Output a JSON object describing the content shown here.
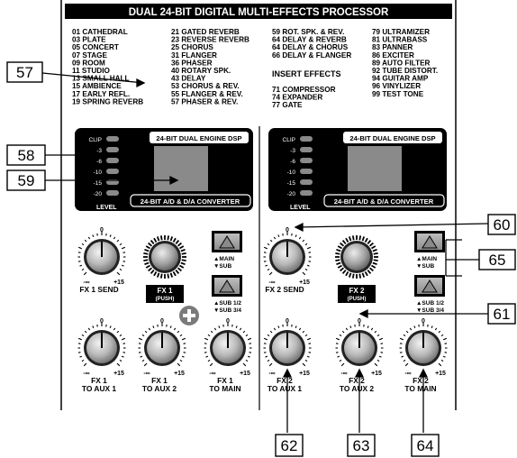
{
  "header": {
    "title": "DUAL 24-BIT DIGITAL MULTI-EFFECTS PROCESSOR"
  },
  "presets": {
    "col1": [
      "01 CATHEDRAL",
      "03 PLATE",
      "05 CONCERT",
      "07 STAGE",
      "09 ROOM",
      "11 STUDIO",
      "13 SMALL HALL",
      "15 AMBIENCE",
      "17 EARLY REFL.",
      "19 SPRING REVERB"
    ],
    "col2": [
      "21 GATED REVERB",
      "23 REVERSE REVERB",
      "25 CHORUS",
      "31 FLANGER",
      "36 PHASER",
      "40 ROTARY SPK.",
      "43 DELAY",
      "53 CHORUS & REV.",
      "55 FLANGER & REV.",
      "57 PHASER & REV."
    ],
    "col3": [
      "59 ROT. SPK. & REV.",
      "64 DELAY & REVERB",
      "64 DELAY & CHORUS",
      "66 DELAY & FLANGER"
    ],
    "insert_title": "INSERT EFFECTS",
    "insert": [
      "71 COMPRESSOR",
      "74 EXPANDER",
      "77 GATE"
    ],
    "col4": [
      "79 ULTRAMIZER",
      "81 ULTRABASS",
      "83 PANNER",
      "86 EXCITER",
      "89 AUTO FILTER",
      "92 TUBE DISTORT.",
      "94 GUITAR AMP",
      "96 VINYLIZER",
      "99 TEST TONE"
    ]
  },
  "dsp": {
    "top_label": "24-BIT DUAL ENGINE DSP",
    "bottom_label": "24-BIT A/D & D/A CONVERTER",
    "meter_labels": [
      "CLIP",
      "-3",
      "-6",
      "-10",
      "-15",
      "-20"
    ],
    "level_label": "LEVEL"
  },
  "knobs": {
    "zero": "0",
    "min": "-∞",
    "max": "+15",
    "fx1_send": "FX 1 SEND",
    "fx2_send": "FX 2 SEND",
    "fx1_aux1": [
      "FX 1",
      "TO AUX 1"
    ],
    "fx1_aux2": [
      "FX 1",
      "TO AUX 2"
    ],
    "fx1_main": [
      "FX 1",
      "TO MAIN"
    ],
    "fx2_aux1": [
      "FX 2",
      "TO AUX 1"
    ],
    "fx2_aux2": [
      "FX 2",
      "TO AUX 2"
    ],
    "fx2_main": [
      "FX 2",
      "TO MAIN"
    ]
  },
  "encoder": {
    "fx1": [
      "FX 1",
      "(PUSH)"
    ],
    "fx2": [
      "FX 2",
      "(PUSH)"
    ]
  },
  "buttons": {
    "main_sub": [
      "▲MAIN",
      "▼SUB"
    ],
    "sub_sub": [
      "▲SUB 1/2",
      "▼SUB 3/4"
    ]
  },
  "callouts": [
    "57",
    "58",
    "59",
    "60",
    "61",
    "62",
    "63",
    "64",
    "65"
  ]
}
